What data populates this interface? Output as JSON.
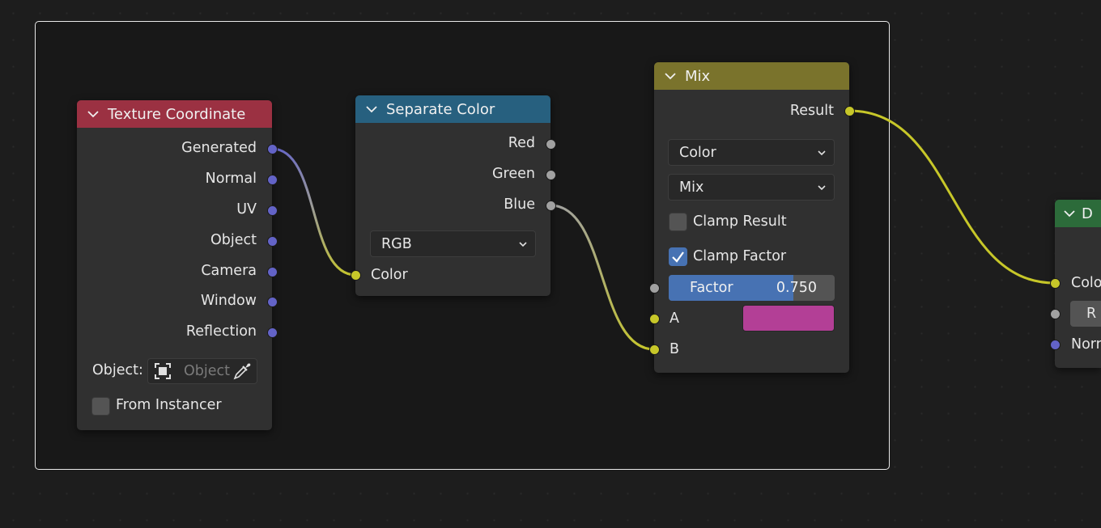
{
  "nodes": {
    "texture_coordinate": {
      "title": "Texture Coordinate",
      "header_color": "#9b3142",
      "outputs": [
        "Generated",
        "Normal",
        "UV",
        "Object",
        "Camera",
        "Window",
        "Reflection"
      ],
      "object_label": "Object:",
      "object_placeholder": "Object",
      "from_instancer_label": "From Instancer",
      "from_instancer_checked": false
    },
    "separate_color": {
      "title": "Separate Color",
      "header_color": "#27607f",
      "outputs": [
        "Red",
        "Green",
        "Blue"
      ],
      "mode": "RGB",
      "input": "Color"
    },
    "mix": {
      "title": "Mix",
      "header_color": "#7a732c",
      "output": "Result",
      "data_type": "Color",
      "blend_mode": "Mix",
      "clamp_result_label": "Clamp Result",
      "clamp_result_checked": false,
      "clamp_factor_label": "Clamp Factor",
      "clamp_factor_checked": true,
      "factor_label": "Factor",
      "factor_value": "0.750",
      "factor_fraction": 0.75,
      "input_a": "A",
      "input_a_color": "#b33f96",
      "input_b": "B"
    },
    "partial_node": {
      "title_visible": "D",
      "header_color": "#2c6b3a",
      "input_color": "Colo",
      "input_r_button": "R",
      "input_normal": "Norn"
    }
  },
  "icons": {
    "collapse": "chevron-down-icon",
    "dropdown": "chevron-down-icon",
    "object_picker": "object-box-icon",
    "eyedropper": "eyedropper-icon",
    "checkmark": "checkmark-icon"
  },
  "colors": {
    "vector_socket": "#6363c7",
    "color_socket": "#c7c729",
    "float_socket": "#a1a1a1",
    "accent": "#4772b3"
  }
}
